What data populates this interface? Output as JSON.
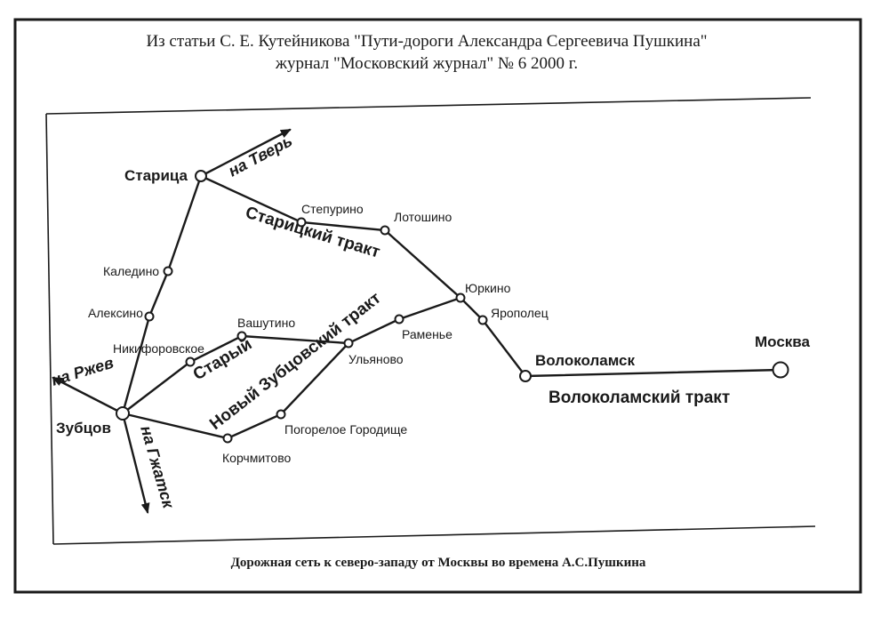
{
  "header": {
    "line1": "Из статьи С. Е. Кутейникова \"Пути-дороги Александра Сергеевича Пушкина\"",
    "line2": "журнал \"Московский журнал\" № 6 2000 г."
  },
  "caption": "Дорожная сеть к северо-западу от Москвы во времена А.С.Пушкина",
  "colors": {
    "ink": "#1a1a1a",
    "paper": "#ffffff"
  },
  "places": {
    "staritsa": "Старица",
    "kaledino": "Каледино",
    "aleksino": "Алексино",
    "nikiforovskoe": "Никифоровское",
    "zubtsov": "Зубцов",
    "vashutino": "Вашутино",
    "stepurino": "Степурино",
    "lotoshino": "Лотошино",
    "yurkino": "Юркино",
    "yaropolets": "Ярополец",
    "ramenye": "Раменье",
    "ulyanovo": "Ульяново",
    "pogoreloe": "Погорелое Городище",
    "korchmitovo": "Корчмитово",
    "volokolamsk": "Волоколамск",
    "moskva": "Москва"
  },
  "roads": {
    "staritsky": "Старицкий тракт",
    "novy_zubtsovsky": "Новый Зубцовский тракт",
    "stary": "Старый",
    "volokolamsky": "Волоколамский тракт"
  },
  "directions": {
    "na_tver": "на Тверь",
    "na_rzhev": "на Ржев",
    "na_gzhatsk": "на Гжатск"
  }
}
